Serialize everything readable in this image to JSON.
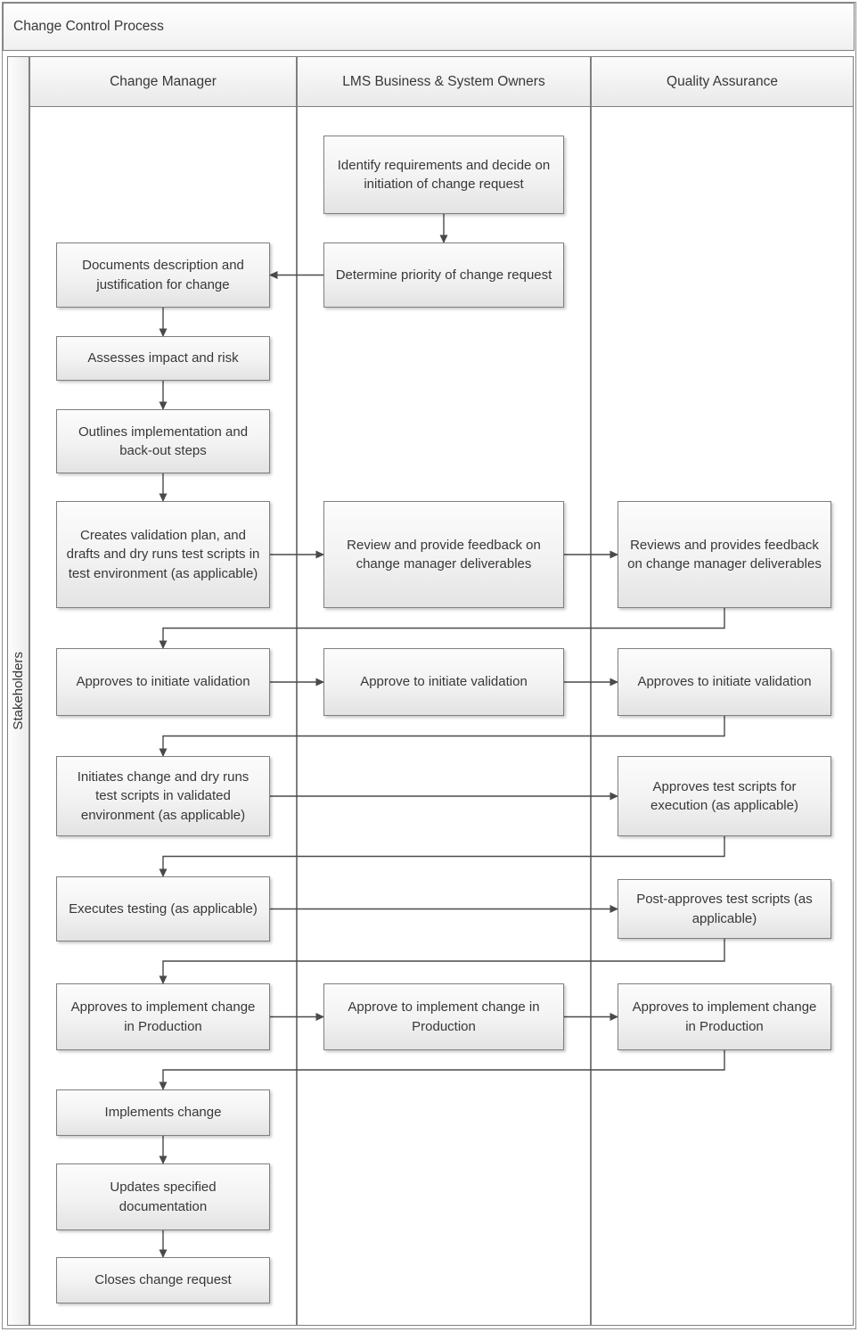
{
  "title": "Change Control Process",
  "sidebar_label": "Stakeholders",
  "lanes": [
    {
      "id": "cm",
      "label": "Change Manager"
    },
    {
      "id": "mid",
      "label": "LMS Business & System Owners"
    },
    {
      "id": "qa",
      "label": "Quality Assurance"
    }
  ],
  "nodes": [
    {
      "id": "identify",
      "lane": "mid",
      "label": "Identify requirements and decide on initiation of change request"
    },
    {
      "id": "determine",
      "lane": "mid",
      "label": "Determine priority of change request"
    },
    {
      "id": "documents",
      "lane": "cm",
      "label": "Documents description and justification for change"
    },
    {
      "id": "assesses",
      "lane": "cm",
      "label": "Assesses impact and risk"
    },
    {
      "id": "outlines",
      "lane": "cm",
      "label": "Outlines implementation and back-out steps"
    },
    {
      "id": "creates",
      "lane": "cm",
      "label": "Creates validation plan, and drafts and dry runs test scripts in test environment (as applicable)"
    },
    {
      "id": "review_feedback",
      "lane": "mid",
      "label": "Review and provide feedback on change manager deliverables"
    },
    {
      "id": "reviews_feedback",
      "lane": "qa",
      "label": "Reviews and provides feedback on change manager deliverables"
    },
    {
      "id": "approves_init_cm",
      "lane": "cm",
      "label": "Approves to initiate validation"
    },
    {
      "id": "approve_init_mid",
      "lane": "mid",
      "label": "Approve to initiate validation"
    },
    {
      "id": "approves_init_qa",
      "lane": "qa",
      "label": "Approves to initiate validation"
    },
    {
      "id": "initiates",
      "lane": "cm",
      "label": "Initiates change and dry runs test scripts in validated environment (as applicable)"
    },
    {
      "id": "approves_scripts",
      "lane": "qa",
      "label": "Approves test scripts for execution (as applicable)"
    },
    {
      "id": "executes",
      "lane": "cm",
      "label": "Executes testing (as applicable)"
    },
    {
      "id": "post_approves",
      "lane": "qa",
      "label": "Post-approves test scripts (as applicable)"
    },
    {
      "id": "approves_impl_cm",
      "lane": "cm",
      "label": "Approves to implement change in Production"
    },
    {
      "id": "approve_impl_mid",
      "lane": "mid",
      "label": "Approve to implement change in Production"
    },
    {
      "id": "approves_impl_qa",
      "lane": "qa",
      "label": "Approves to implement change in Production"
    },
    {
      "id": "implements",
      "lane": "cm",
      "label": "Implements change"
    },
    {
      "id": "updates",
      "lane": "cm",
      "label": "Updates specified documentation"
    },
    {
      "id": "closes",
      "lane": "cm",
      "label": "Closes change request"
    }
  ],
  "edges": [
    {
      "from": "identify",
      "to": "determine",
      "dir": "v"
    },
    {
      "from": "determine",
      "to": "documents",
      "dir": "h-left"
    },
    {
      "from": "documents",
      "to": "assesses",
      "dir": "v"
    },
    {
      "from": "assesses",
      "to": "outlines",
      "dir": "v"
    },
    {
      "from": "outlines",
      "to": "creates",
      "dir": "v"
    },
    {
      "from": "creates",
      "to": "review_feedback",
      "dir": "h"
    },
    {
      "from": "review_feedback",
      "to": "reviews_feedback",
      "dir": "h"
    },
    {
      "from": "reviews_feedback",
      "to": "approves_init_cm",
      "dir": "loop"
    },
    {
      "from": "approves_init_cm",
      "to": "approve_init_mid",
      "dir": "h"
    },
    {
      "from": "approve_init_mid",
      "to": "approves_init_qa",
      "dir": "h"
    },
    {
      "from": "approves_init_qa",
      "to": "initiates",
      "dir": "loop"
    },
    {
      "from": "initiates",
      "to": "approves_scripts",
      "dir": "h"
    },
    {
      "from": "approves_scripts",
      "to": "executes",
      "dir": "loop"
    },
    {
      "from": "executes",
      "to": "post_approves",
      "dir": "h"
    },
    {
      "from": "post_approves",
      "to": "approves_impl_cm",
      "dir": "loop"
    },
    {
      "from": "approves_impl_cm",
      "to": "approve_impl_mid",
      "dir": "h"
    },
    {
      "from": "approve_impl_mid",
      "to": "approves_impl_qa",
      "dir": "h"
    },
    {
      "from": "approves_impl_qa",
      "to": "implements",
      "dir": "loop"
    },
    {
      "from": "implements",
      "to": "updates",
      "dir": "v"
    },
    {
      "from": "updates",
      "to": "closes",
      "dir": "v"
    }
  ],
  "colors": {
    "connector": "#4a4a4a",
    "box_border": "#7f7f7f",
    "box_fill_top": "#fcfcfc",
    "box_fill_bottom": "#e3e3e3",
    "text": "#383838"
  }
}
